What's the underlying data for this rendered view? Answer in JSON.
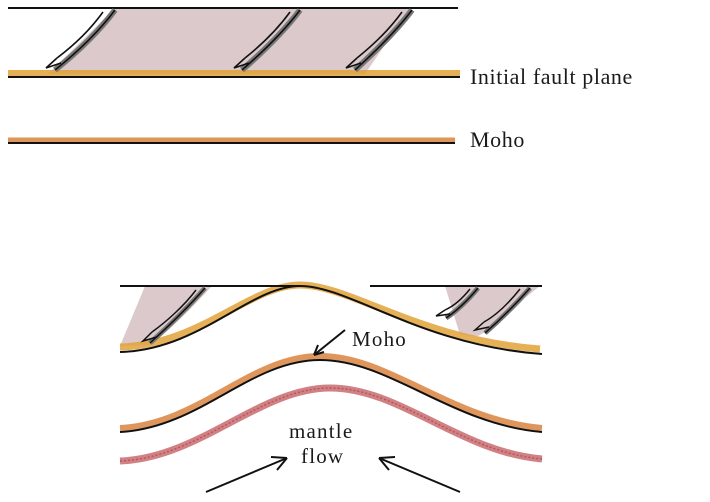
{
  "labels": {
    "initial_fault_plane": "Initial fault plane",
    "moho_top": "Moho",
    "moho_bottom": "Moho",
    "mantle_line1": "mantle",
    "mantle_line2": "flow"
  },
  "colors": {
    "line": "#111111",
    "fault_block_fill": "#d8c3c6",
    "detachment_orange": "#e0a238",
    "moho_orange": "#d9843f",
    "mantle_flow_red": "#c96a6f",
    "fault_gray": "#777777"
  }
}
